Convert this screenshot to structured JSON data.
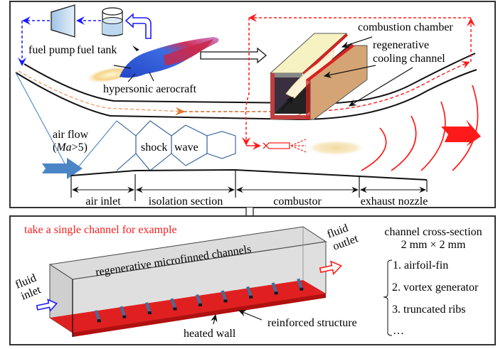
{
  "top_panel": {
    "fuel_pump_label": "fuel pump",
    "fuel_tank_label": "fuel tank",
    "aerocraft_label": "hypersonic aerocraft",
    "combustion_chamber_label": "combustion chamber",
    "cooling_channel_label_line1": "regenerative",
    "cooling_channel_label_line2": "cooling channel",
    "air_flow_line1": "air flow",
    "air_flow_line2_prefix": "(",
    "air_flow_line2_italic": "Ma",
    "air_flow_line2_suffix": ">5)",
    "shock_label": "shock",
    "wave_label": "wave",
    "sections": [
      {
        "label": "air inlet"
      },
      {
        "label": "isolation section"
      },
      {
        "label": "combustor"
      },
      {
        "label": "exhaust nozzle"
      }
    ]
  },
  "bottom_panel": {
    "example_label": "take a single channel for example",
    "channel_label": "regenerative microfinned channels",
    "inlet_line1": "fluid",
    "inlet_line2": "inlet",
    "outlet_line1": "fluid",
    "outlet_line2": "outlet",
    "heated_wall_label": "heated wall",
    "reinforced_label": "reinforced structure",
    "cross_section_title": "channel cross-section",
    "cross_section_size": "2 mm × 2 mm",
    "structures": [
      {
        "label": "1. airfoil-fin"
      },
      {
        "label": "2. vortex generator"
      },
      {
        "label": "3. truncated ribs"
      },
      {
        "label": "…"
      }
    ]
  },
  "colors": {
    "fuel_flow": "#1a1aff",
    "hot_flow": "#ff1a1a",
    "air_blue": "#4a86c5",
    "shock_blue": "#2e5e96",
    "heated_wall": "#e02020",
    "rib": "#3f6f9f",
    "channel_gray": "#d9d9d9",
    "orange_flow": "#e07a30"
  }
}
